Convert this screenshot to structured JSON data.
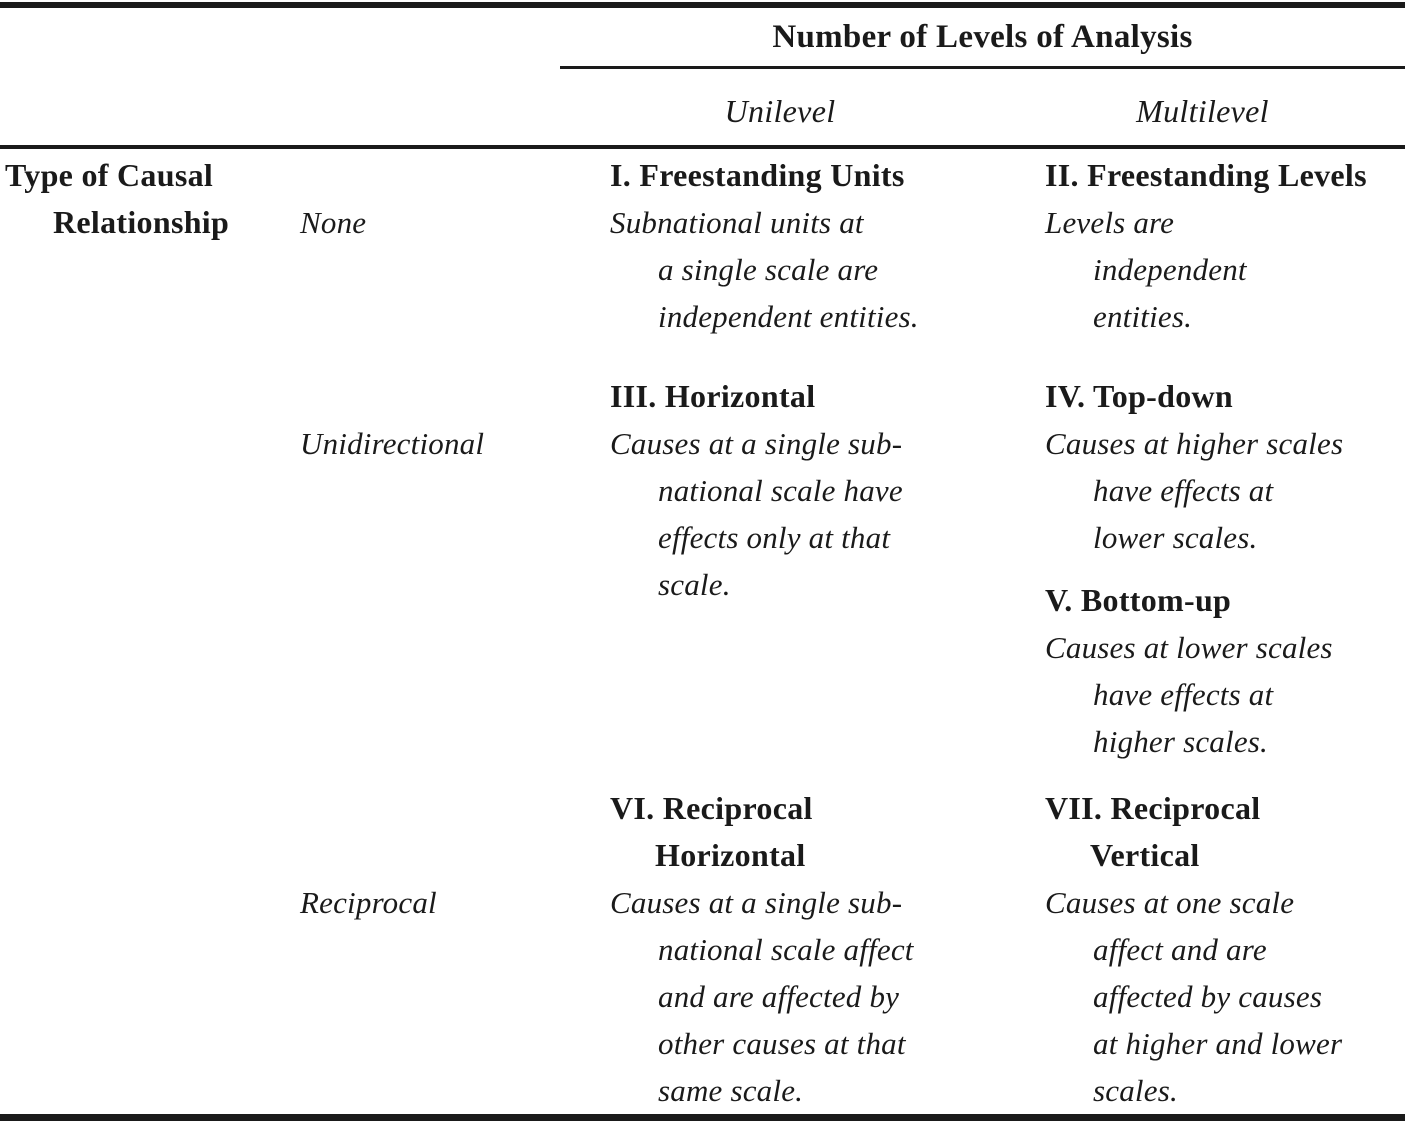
{
  "colors": {
    "ink": "#1a1a1a",
    "background": "#ffffff"
  },
  "header": {
    "group_title": "Number of Levels of Analysis",
    "unilevel": "Unilevel",
    "multilevel": "Multilevel"
  },
  "axis": {
    "line1": "Type of Causal",
    "line2": "Relationship"
  },
  "rows": [
    {
      "label": "None",
      "unilevel": [
        {
          "heading": [
            "I. Freestanding Units"
          ],
          "desc": [
            "Subnational units at",
            "a single scale are",
            "independent entities."
          ]
        }
      ],
      "multilevel": [
        {
          "heading": [
            "II. Freestanding Levels"
          ],
          "desc": [
            "Levels are",
            "independent",
            "entities."
          ]
        }
      ]
    },
    {
      "label": "Unidirectional",
      "unilevel": [
        {
          "heading": [
            "III. Horizontal"
          ],
          "desc": [
            "Causes at a single sub-",
            "national scale have",
            "effects only at that",
            "scale."
          ]
        }
      ],
      "multilevel": [
        {
          "heading": [
            "IV. Top-down"
          ],
          "desc": [
            "Causes at higher scales",
            "have effects at",
            "lower scales."
          ]
        },
        {
          "heading": [
            "V. Bottom-up"
          ],
          "desc": [
            "Causes at lower scales",
            "have effects at",
            "higher scales."
          ]
        }
      ]
    },
    {
      "label": "Reciprocal",
      "unilevel": [
        {
          "heading": [
            "VI. Reciprocal",
            "Horizontal"
          ],
          "desc": [
            "Causes at a single sub-",
            "national scale affect",
            "and are affected by",
            "other causes at that",
            "same scale."
          ]
        }
      ],
      "multilevel": [
        {
          "heading": [
            "VII. Reciprocal",
            "Vertical"
          ],
          "desc": [
            "Causes at one scale",
            "affect and are",
            "affected by causes",
            "at higher and lower",
            "scales."
          ]
        }
      ]
    }
  ]
}
